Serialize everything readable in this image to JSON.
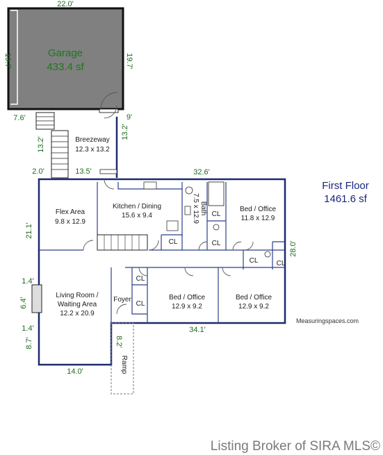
{
  "floor": {
    "name": "First Floor",
    "area": "1461.6 sf"
  },
  "garage": {
    "name": "Garage",
    "area": "433.4 sf",
    "dim_top": "22.0'",
    "dim_left": "19.7'",
    "dim_right": "19.7'"
  },
  "breezeway": {
    "name": "Breezeway",
    "size": "12.3 x 13.2"
  },
  "rooms": {
    "flex": {
      "name": "Flex Area",
      "size": "9.8 x 12.9"
    },
    "kitchen": {
      "name": "Kitchen / Dining",
      "size": "15.6 x 9.4"
    },
    "bath": {
      "name": "Bath",
      "size": "7.5 x 12.9"
    },
    "bed1": {
      "name": "Bed / Office",
      "size": "11.8 x 12.9"
    },
    "living": {
      "name": "Living Room /",
      "name2": "Waiting Area",
      "size": "12.2 x 20.9"
    },
    "foyer": {
      "name": "Foyer"
    },
    "bed2": {
      "name": "Bed / Office",
      "size": "12.9 x 9.2"
    },
    "bed3": {
      "name": "Bed / Office",
      "size": "12.9 x 9.2"
    },
    "ramp": {
      "name": "Ramp"
    }
  },
  "closet_label": "CL",
  "dims": {
    "d76": "7.6'",
    "d9": "9'",
    "d132a": "13.2'",
    "d132b": "13.2'",
    "d20": "2.0'",
    "d135": "13.5'",
    "d326": "32.6'",
    "d211": "21.1'",
    "d280": "28.0'",
    "d14a": "1.4'",
    "d64": "6.4'",
    "d14b": "1.4'",
    "d87": "8.7'",
    "d82": "8.2'",
    "d140": "14.0'",
    "d341": "34.1'"
  },
  "credit": "Measuringspaces.com",
  "footer": "Listing Broker of SIRA MLS©"
}
